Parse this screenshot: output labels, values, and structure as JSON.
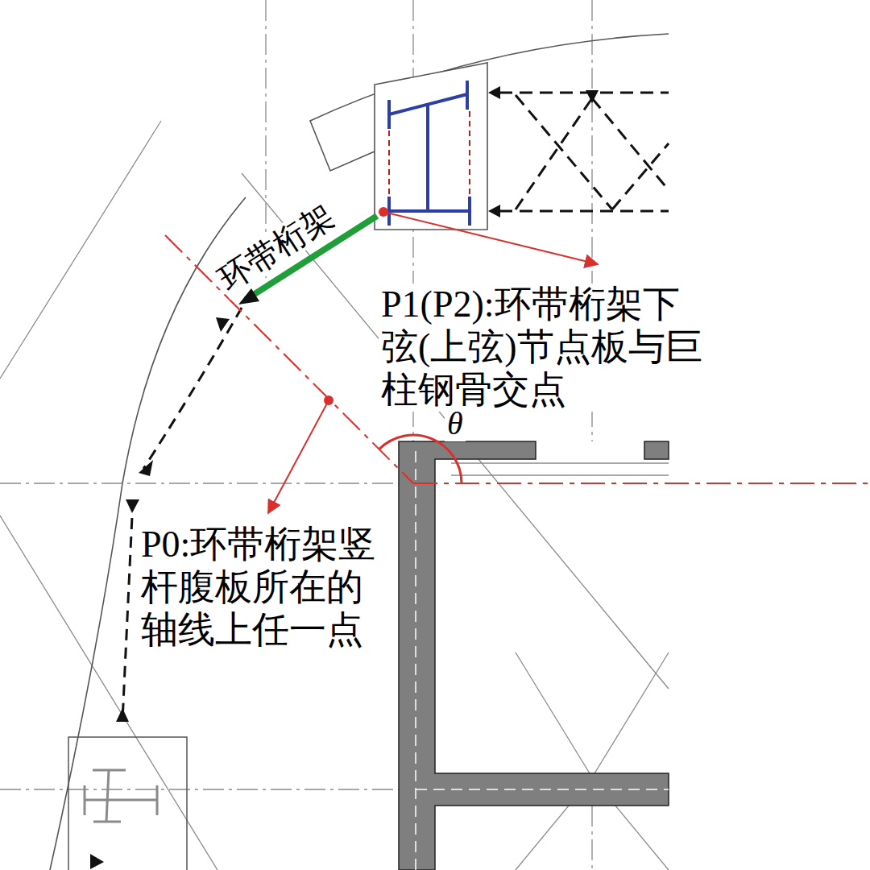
{
  "diagram": {
    "labels": [
      "环带桁架",
      "P1(P2):环带桁架下弦(上弦)节点板与巨柱钢骨交点",
      "P0:环带桁架竖杆腹板所在的轴线上任一点",
      "θ"
    ]
  }
}
